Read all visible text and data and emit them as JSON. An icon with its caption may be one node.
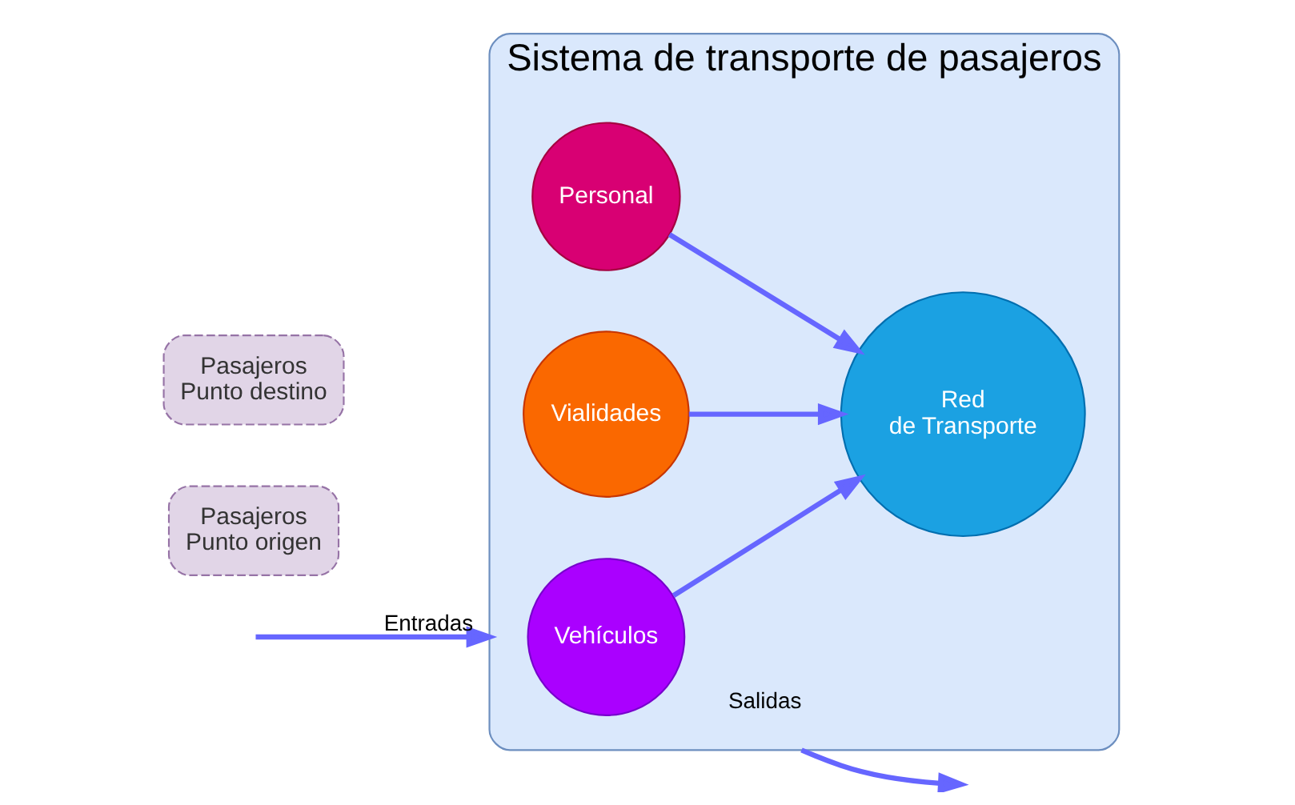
{
  "diagram": {
    "nodes": [
      {
        "text": [
          "Sistema de transporte de pasajeros"
        ]
      },
      {
        "text": [
          "Vehículos"
        ],
        "in": 0
      },
      {
        "text": [
          "Personal"
        ],
        "in": 0
      },
      {
        "text": [
          "Red de Transporte"
        ],
        "in": 0
      },
      {
        "text": [
          "Vialidades"
        ],
        "in": 0
      },
      {
        "text": [
          "Pasajeros Punto origen"
        ]
      },
      {
        "text": [
          "Pasajeros Punto destino"
        ]
      }
    ],
    "edges": [
      {
        "from": 1,
        "to": 3,
        "arrow": "to"
      },
      {
        "from": 2,
        "to": 3,
        "arrow": "to"
      },
      {
        "from": 4,
        "to": 3,
        "arrow": "to"
      },
      {
        "from": null,
        "to": 0,
        "arrow": "to",
        "label": "Entradas"
      },
      {
        "from": 0,
        "to": null,
        "arrow": "to",
        "label": "Salidas"
      }
    ]
  }
}
